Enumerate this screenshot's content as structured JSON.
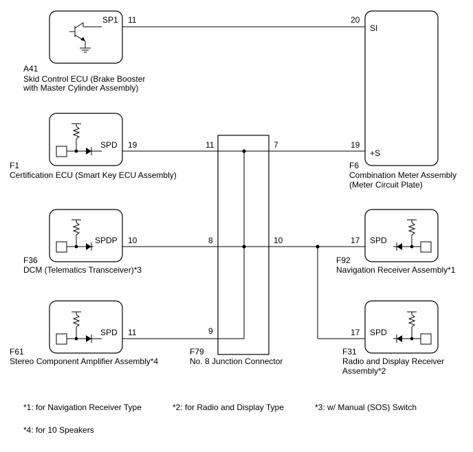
{
  "components": {
    "a41": {
      "code": "A41",
      "name_line1": "Skid Control ECU (Brake Booster",
      "name_line2": "with Master Cylinder Assembly)",
      "pin_label": "SP1",
      "pin_number": "11"
    },
    "f1": {
      "code": "F1",
      "name_line1": "Certification ECU (Smart Key ECU Assembly)",
      "pin_label": "SPD",
      "pin_number": "19"
    },
    "f36": {
      "code": "F36",
      "name_line1": "DCM (Telematics Transceiver)*3",
      "pin_label": "SPDP",
      "pin_number": "10"
    },
    "f61": {
      "code": "F61",
      "name_line1": "Stereo Component Amplifier Assembly*4",
      "pin_label": "SPD",
      "pin_number": "11"
    },
    "f6": {
      "code": "F6",
      "name_line1": "Combination Meter Assembly",
      "name_line2": "(Meter Circuit Plate)",
      "pin_si_label": "SI",
      "pin_si_number": "20",
      "pin_s_label": "+S",
      "pin_s_number": "19"
    },
    "f79": {
      "code": "F79",
      "name_line1": "No. 8 Junction Connector",
      "pin_11": "11",
      "pin_8": "8",
      "pin_9": "9",
      "pin_7": "7",
      "pin_10": "10"
    },
    "f92": {
      "code": "F92",
      "name_line1": "Navigation Receiver Assembly*1",
      "pin_label": "SPD",
      "pin_number": "17"
    },
    "f31": {
      "code": "F31",
      "name_line1": "Radio and Display Receiver",
      "name_line2": "Assembly*2",
      "pin_label": "SPD",
      "pin_number": "17"
    }
  },
  "notes": [
    "*1: for Navigation Receiver Type",
    "*2: for Radio and Display Type",
    "*3: w/ Manual (SOS) Switch",
    "*4: for 10 Speakers"
  ]
}
